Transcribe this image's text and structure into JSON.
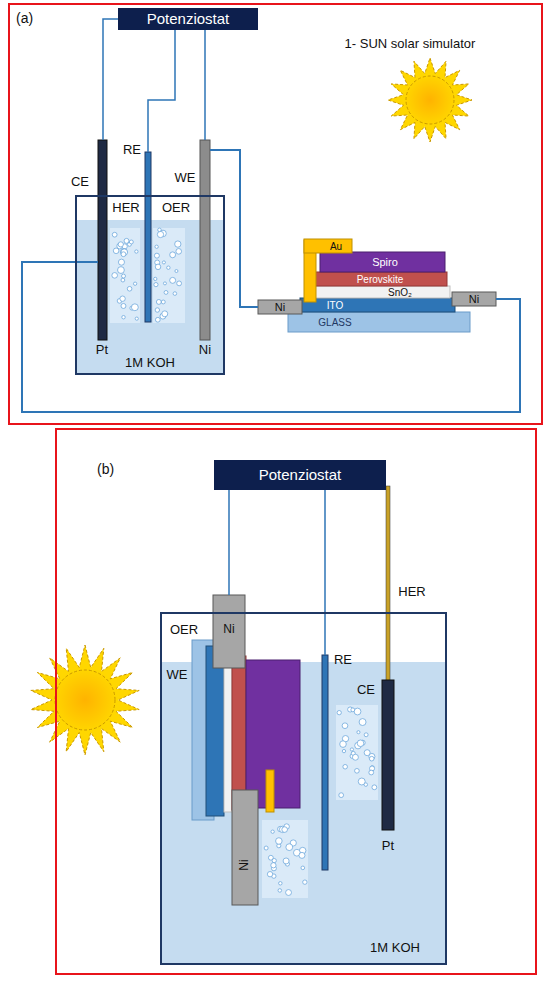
{
  "diagram": {
    "nodes": [
      {
        "text": [
          "(a)"
        ]
      },
      {
        "text": [
          "Potenziostat"
        ],
        "in": 0
      },
      {
        "text": [
          "1M KOH"
        ],
        "in": 0
      },
      {
        "text": [
          "(b)"
        ]
      },
      {
        "text": [
          "Potenziostat"
        ],
        "in": 3
      },
      {
        "text": [
          "1M KOH"
        ],
        "in": 3
      }
    ],
    "labels": [
      "CE",
      "RE",
      "WE",
      "HER",
      "OER",
      "Pt",
      "Ni",
      "1- SUN solar simulator",
      "Au",
      "Spiro",
      "Perovskite",
      "SnO₂",
      "ITO",
      "GLASS",
      "Ni",
      "Ni",
      "OER",
      "WE",
      "Ni",
      "RE",
      "HER",
      "CE",
      "Pt",
      "Ni"
    ]
  }
}
